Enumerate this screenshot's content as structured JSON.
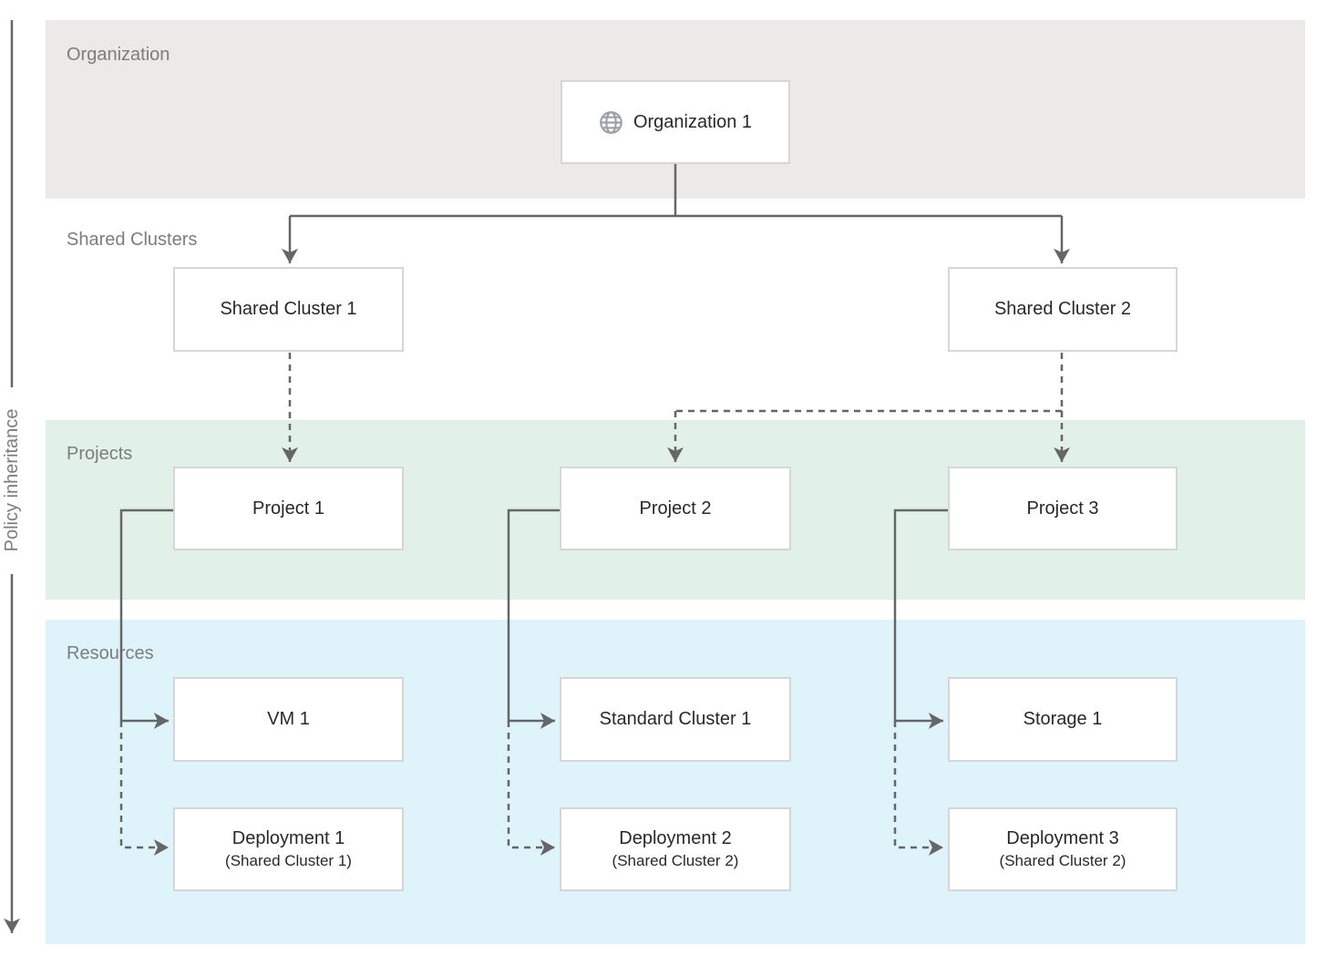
{
  "axis_label": "Policy inheritance",
  "bands": {
    "organization": {
      "label": "Organization"
    },
    "shared_clusters": {
      "label": "Shared Clusters"
    },
    "projects": {
      "label": "Projects"
    },
    "resources": {
      "label": "Resources"
    }
  },
  "nodes": {
    "organization1": {
      "label": "Organization 1",
      "icon": "globe-icon"
    },
    "shared_cluster1": {
      "label": "Shared Cluster 1"
    },
    "shared_cluster2": {
      "label": "Shared Cluster 2"
    },
    "project1": {
      "label": "Project 1"
    },
    "project2": {
      "label": "Project 2"
    },
    "project3": {
      "label": "Project 3"
    },
    "vm1": {
      "label": "VM 1"
    },
    "standard_cluster1": {
      "label": "Standard Cluster 1"
    },
    "storage1": {
      "label": "Storage 1"
    },
    "deployment1": {
      "label": "Deployment 1",
      "sublabel": "(Shared Cluster 1)"
    },
    "deployment2": {
      "label": "Deployment 2",
      "sublabel": "(Shared Cluster 2)"
    },
    "deployment3": {
      "label": "Deployment 3",
      "sublabel": "(Shared Cluster 2)"
    }
  },
  "edges": [
    {
      "from": "Organization 1",
      "to": "Shared Cluster 1",
      "style": "solid"
    },
    {
      "from": "Organization 1",
      "to": "Shared Cluster 2",
      "style": "solid"
    },
    {
      "from": "Shared Cluster 1",
      "to": "Project 1",
      "style": "dashed"
    },
    {
      "from": "Shared Cluster 2",
      "to": "Project 2",
      "style": "dashed"
    },
    {
      "from": "Shared Cluster 2",
      "to": "Project 3",
      "style": "dashed"
    },
    {
      "from": "Project 1",
      "to": "VM 1",
      "style": "solid"
    },
    {
      "from": "Project 1",
      "to": "Deployment 1",
      "style": "dashed"
    },
    {
      "from": "Project 2",
      "to": "Standard Cluster 1",
      "style": "solid"
    },
    {
      "from": "Project 2",
      "to": "Deployment 2",
      "style": "dashed"
    },
    {
      "from": "Project 3",
      "to": "Storage 1",
      "style": "solid"
    },
    {
      "from": "Project 3",
      "to": "Deployment 3",
      "style": "dashed"
    }
  ],
  "colors": {
    "band_organization": "#ECEAE8",
    "band_projects": "#E2F1E8",
    "band_resources": "#DFF3FA",
    "band_label": "#7D7D7D",
    "node_border": "#D6D6D6",
    "node_text": "#282828",
    "connector": "#666666",
    "icon": "#9AA0A6"
  }
}
